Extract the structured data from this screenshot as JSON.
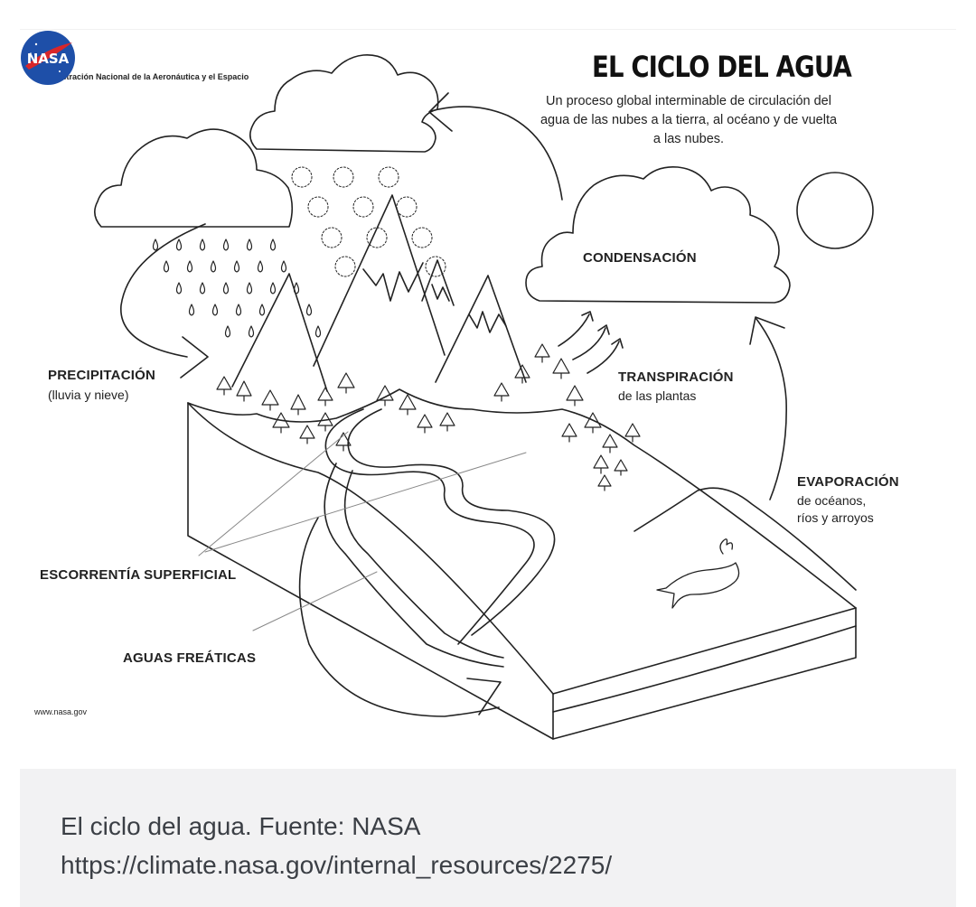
{
  "figure": {
    "agency": "Administración Nacional de la Aeronáutica y el Espacio",
    "title": "EL CICLO DEL AGUA",
    "subtitle": "Un proceso global interminable de circulación del agua de las nubes a la tierra, al océano y de vuelta a las nubes.",
    "logo_text": "NASA",
    "url": "www.nasa.gov",
    "labels": {
      "condensation": "CONDENSACIÓN",
      "precipitation": "PRECIPITACIÓN",
      "precipitation_sub": "(lluvia y nieve)",
      "transpiration": "TRANSPIRACIÓN",
      "transpiration_sub": "de las plantas",
      "evaporation": "EVAPORACIÓN",
      "evaporation_sub1": "de océanos,",
      "evaporation_sub2": "ríos y arroyos",
      "runoff": "ESCORRENTÍA SUPERFICIAL",
      "groundwater": "AGUAS FREÁTICAS"
    },
    "colors": {
      "line": "#222222",
      "logo_blue": "#1e4fa8",
      "logo_red": "#d9262a"
    }
  },
  "caption": {
    "line1": "El ciclo del agua. Fuente: NASA",
    "line2": "https://climate.nasa.gov/internal_resources/2275/"
  }
}
